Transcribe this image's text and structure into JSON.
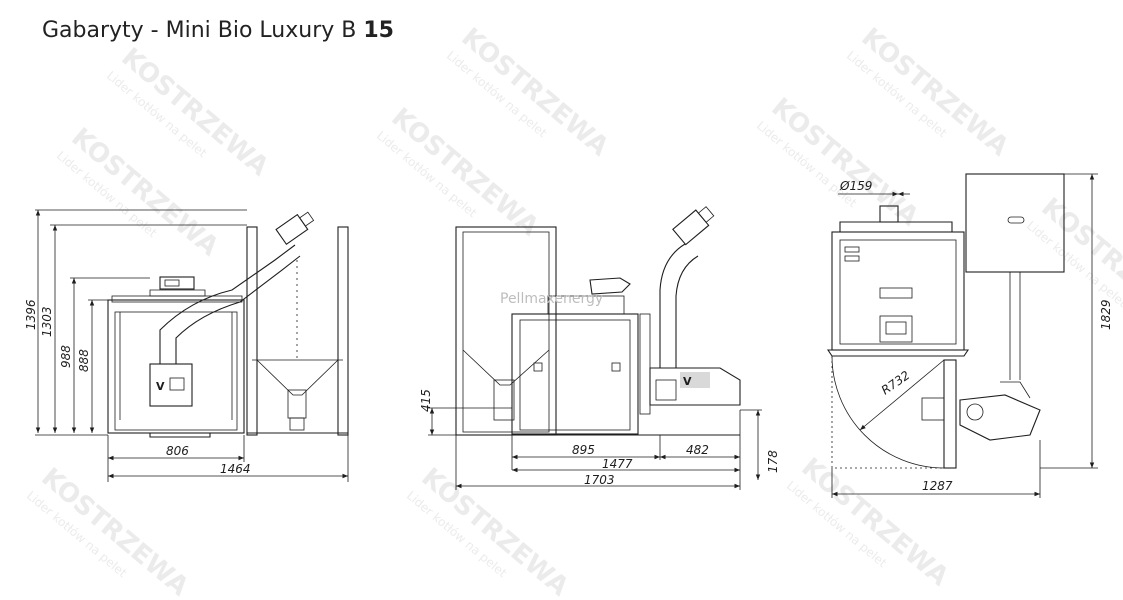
{
  "title": {
    "prefix": "Gabaryty - Mini Bio Luxury B",
    "number": "15"
  },
  "watermark": {
    "brand": "KOSTRZEWA",
    "tagline": "Lider kotłów na pelet",
    "site": "Pellmaxenergy"
  },
  "front_view": {
    "heights": [
      "1396",
      "1303",
      "988",
      "888"
    ],
    "widths": [
      "806",
      "1464"
    ]
  },
  "side_view": {
    "heights": [
      "415"
    ],
    "widths": [
      "895",
      "482",
      "1477",
      "1703"
    ],
    "right_height": "178"
  },
  "top_view": {
    "diameter": "Ø159",
    "radius": "R732",
    "height": "1829",
    "width": "1287"
  }
}
